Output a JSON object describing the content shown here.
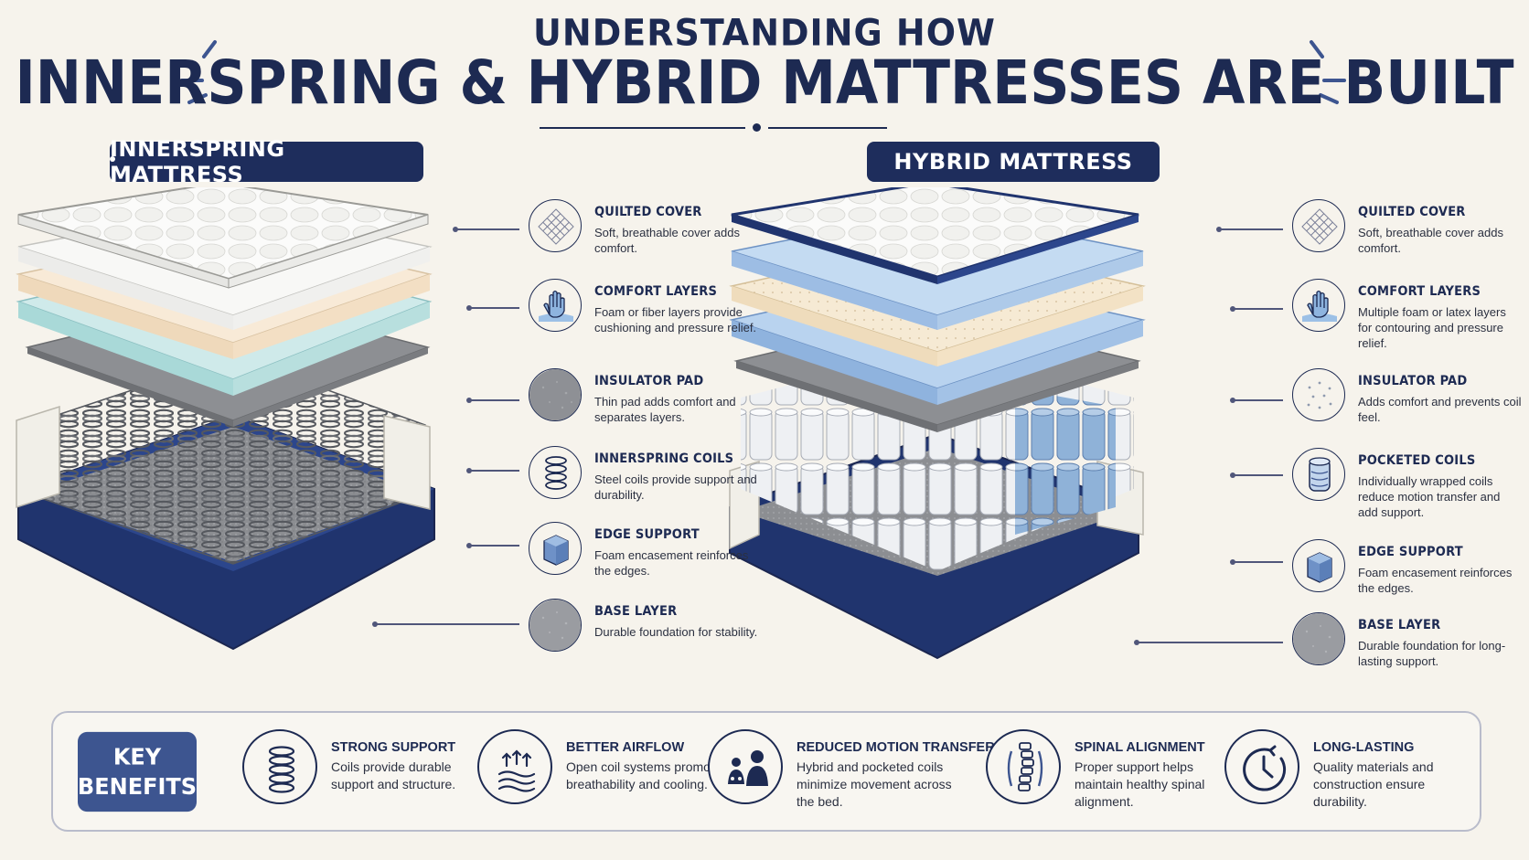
{
  "header": {
    "line1": "UNDERSTANDING HOW",
    "line2": "INNERSPRING & HYBRID MATTRESSES ARE BUILT"
  },
  "innerspring": {
    "label": "INNERSPRING MATTRESS",
    "features": [
      {
        "icon": "quilted-cover-icon",
        "title": "QUILTED COVER",
        "desc": "Soft, breathable cover adds comfort."
      },
      {
        "icon": "hand-pressing-icon",
        "title": "COMFORT LAYERS",
        "desc": "Foam or fiber layers provide cushioning and pressure relief."
      },
      {
        "icon": "felt-pad-icon",
        "title": "INSULATOR PAD",
        "desc": "Thin pad adds comfort and separates layers."
      },
      {
        "icon": "coil-spring-icon",
        "title": "INNERSPRING COILS",
        "desc": "Steel coils provide support and durability."
      },
      {
        "icon": "foam-block-icon",
        "title": "EDGE SUPPORT",
        "desc": "Foam encasement reinforces the edges."
      },
      {
        "icon": "felt-base-icon",
        "title": "BASE LAYER",
        "desc": "Durable foundation for stability."
      }
    ]
  },
  "hybrid": {
    "label": "HYBRID MATTRESS",
    "features": [
      {
        "icon": "quilted-cover-icon",
        "title": "QUILTED COVER",
        "desc": "Soft, breathable cover adds comfort."
      },
      {
        "icon": "hand-pressing-icon",
        "title": "COMFORT LAYERS",
        "desc": "Multiple foam or latex layers for contouring and pressure relief."
      },
      {
        "icon": "dotted-pad-icon",
        "title": "INSULATOR PAD",
        "desc": "Adds comfort and prevents coil feel."
      },
      {
        "icon": "pocketed-coil-icon",
        "title": "POCKETED COILS",
        "desc": "Individually wrapped coils reduce motion transfer and add support."
      },
      {
        "icon": "foam-block-icon",
        "title": "EDGE SUPPORT",
        "desc": "Foam encasement reinforces the edges."
      },
      {
        "icon": "felt-base-icon",
        "title": "BASE LAYER",
        "desc": "Durable foundation for long-lasting support."
      }
    ]
  },
  "benefits": {
    "label_line1": "KEY",
    "label_line2": "BENEFITS",
    "items": [
      {
        "icon": "spring-icon",
        "title": "STRONG SUPPORT",
        "desc": "Coils provide durable support and structure."
      },
      {
        "icon": "airflow-icon",
        "title": "BETTER AIRFLOW",
        "desc": "Open coil systems promote breathability and cooling."
      },
      {
        "icon": "people-icon",
        "title": "REDUCED MOTION TRANSFER",
        "desc": "Hybrid and pocketed coils minimize movement across the bed."
      },
      {
        "icon": "spine-icon",
        "title": "SPINAL ALIGNMENT",
        "desc": "Proper support helps maintain healthy spinal alignment."
      },
      {
        "icon": "clock-icon",
        "title": "LONG-LASTING",
        "desc": "Quality materials and construction ensure durability."
      }
    ]
  },
  "colors": {
    "navy": "#1d2a52",
    "accent_blue": "#3d5590",
    "background": "#f6f3ec"
  }
}
